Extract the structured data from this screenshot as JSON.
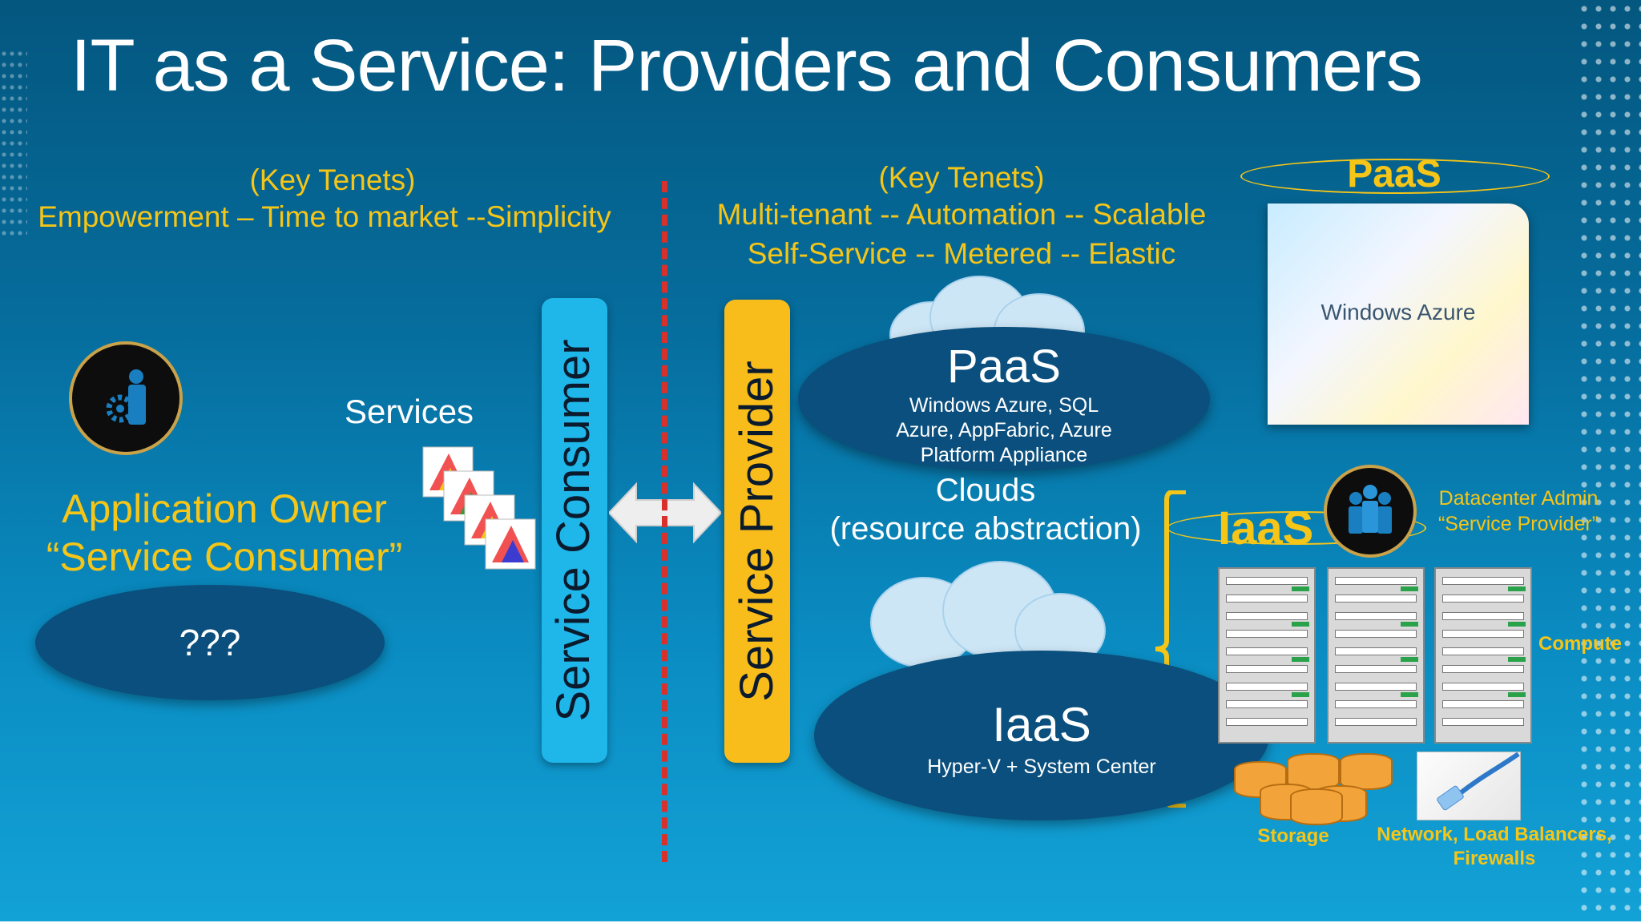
{
  "title": "IT as a Service: Providers and Consumers",
  "left": {
    "tenets_heading": "(Key Tenets)",
    "tenets": "Empowerment – Time to market --Simplicity",
    "owner_line1": "Application Owner",
    "owner_line2": "“Service Consumer”",
    "unknown": "???",
    "services_label": "Services"
  },
  "bars": {
    "consumer": "Service Consumer",
    "provider": "Service Provider"
  },
  "right": {
    "tenets_heading": "(Key Tenets)",
    "tenets_line1": "Multi-tenant -- Automation -- Scalable",
    "tenets_line2": "Self-Service  --  Metered  -- Elastic",
    "paas_title": "PaaS",
    "paas_desc": "Windows Azure, SQL Azure, AppFabric, Azure Platform Appliance",
    "clouds_line1": "Clouds",
    "clouds_line2": "(resource abstraction)",
    "iaas_title": "IaaS",
    "iaas_desc": "Hyper-V + System Center"
  },
  "side": {
    "paas_label": "PaaS",
    "azure_box": "Windows Azure",
    "iaas_label": "IaaS",
    "admin_line1": "Datacenter Admin",
    "admin_line2": "“Service Provider”",
    "compute": "Compute",
    "storage": "Storage",
    "network_line1": "Network, Load Balancers,",
    "network_line2": "Firewalls"
  },
  "colors": {
    "accent_yellow": "#f5c518",
    "consumer_bar": "#1fb6ea",
    "provider_bar": "#f9bd1b",
    "ellipse": "#0a4f7d",
    "divider": "#d8302a"
  }
}
